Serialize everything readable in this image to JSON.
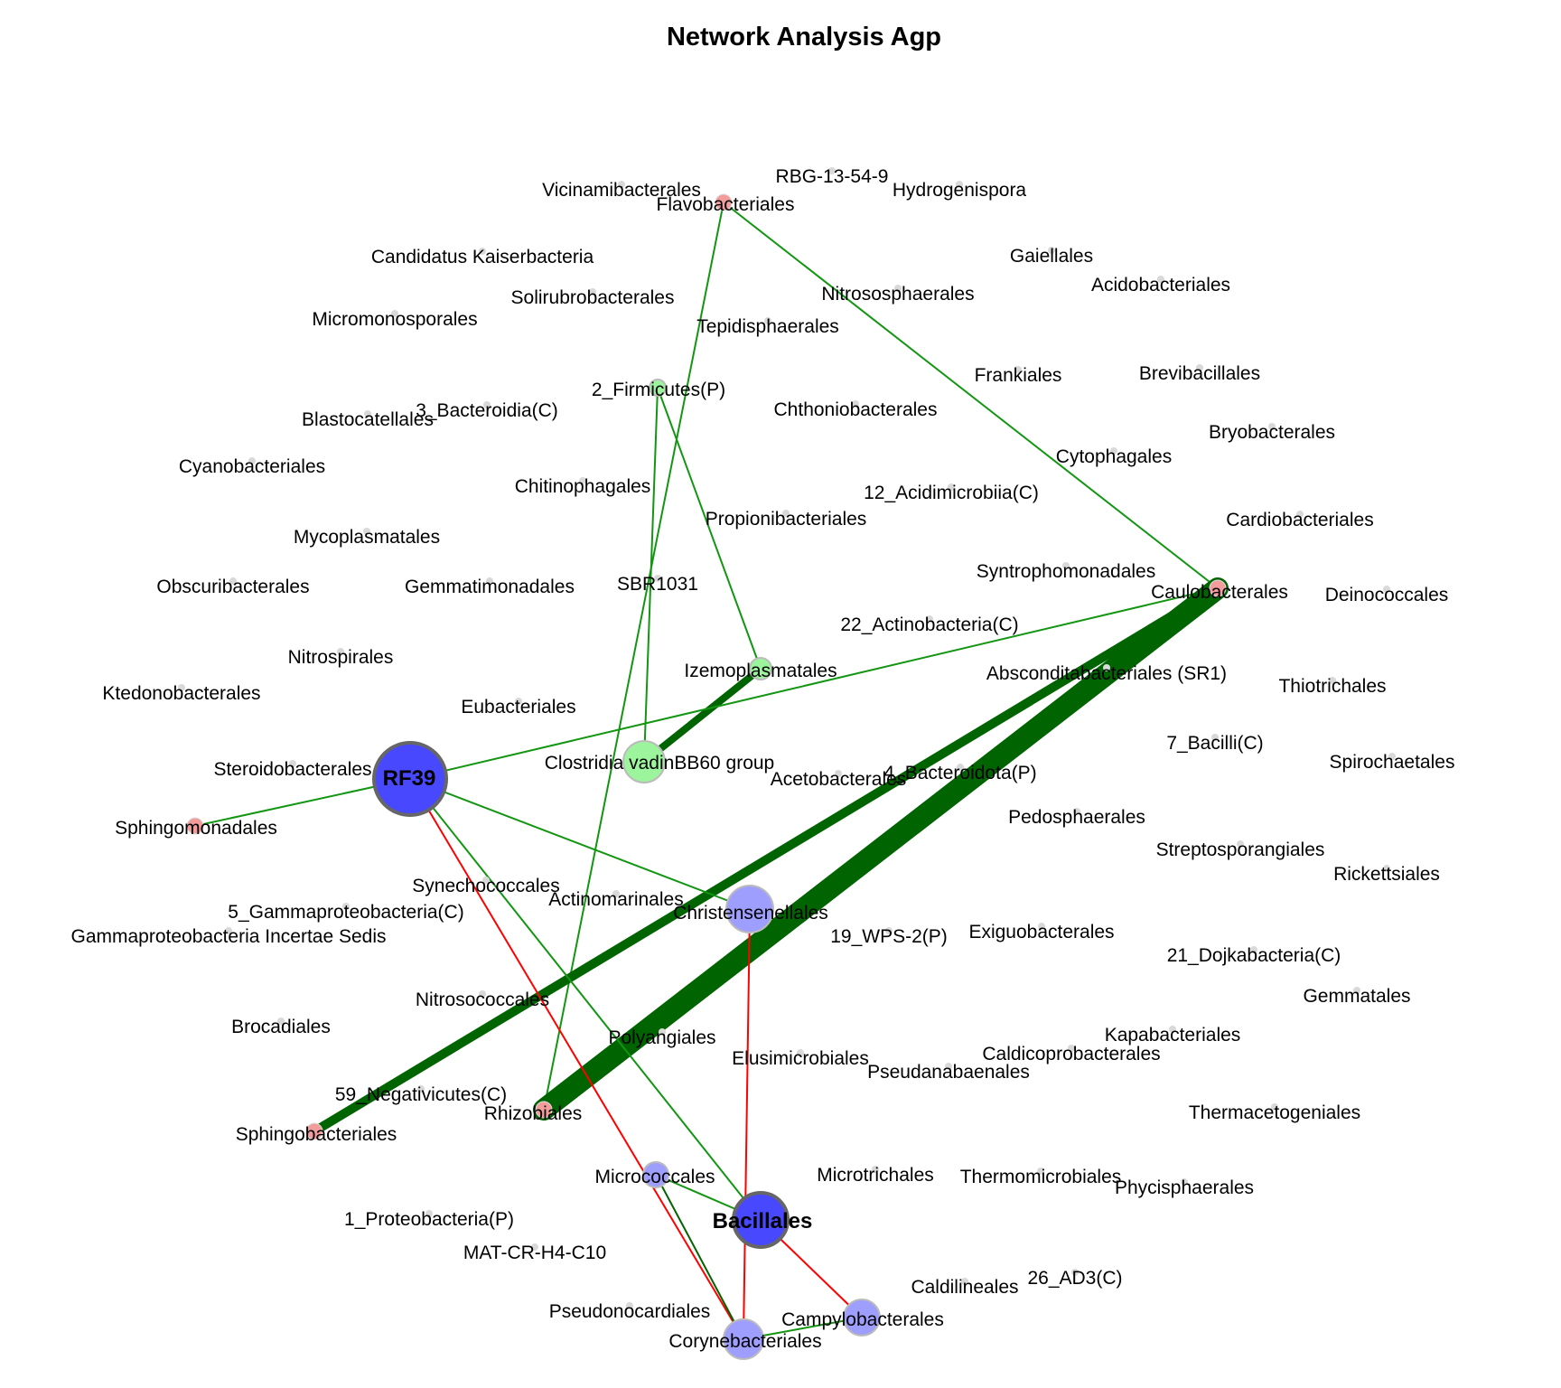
{
  "title": "Network Analysis Agp",
  "colors": {
    "edge_positive": "#129612",
    "edge_positive_strong": "#006400",
    "edge_negative": "#ff0000",
    "hub_fill": "#4848ff",
    "blue_fill": "#9e9eff",
    "green_fill": "#9cf59c",
    "red_fill": "#f29c9c",
    "isolated_fill": "#d9d9d9",
    "node_border": "#666666"
  },
  "nodes": [
    {
      "id": "Vicinamibacterales",
      "label": "Vicinamibacterales",
      "group": "isolated"
    },
    {
      "id": "RBG-13-54-9",
      "label": "RBG-13-54-9",
      "group": "isolated"
    },
    {
      "id": "Hydrogenispora",
      "label": "Hydrogenispora",
      "group": "isolated"
    },
    {
      "id": "Flavobacteriales",
      "label": "Flavobacteriales",
      "group": "red"
    },
    {
      "id": "Candidatus Kaiserbacteria",
      "label": "Candidatus Kaiserbacteria",
      "group": "isolated"
    },
    {
      "id": "Gaiellales",
      "label": "Gaiellales",
      "group": "isolated"
    },
    {
      "id": "Acidobacteriales",
      "label": "Acidobacteriales",
      "group": "isolated"
    },
    {
      "id": "Solirubrobacterales",
      "label": "Solirubrobacterales",
      "group": "isolated"
    },
    {
      "id": "Nitrososphaerales",
      "label": "Nitrososphaerales",
      "group": "isolated"
    },
    {
      "id": "Micromonosporales",
      "label": "Micromonosporales",
      "group": "isolated"
    },
    {
      "id": "Tepidisphaerales",
      "label": "Tepidisphaerales",
      "group": "isolated"
    },
    {
      "id": "Frankiales",
      "label": "Frankiales",
      "group": "isolated"
    },
    {
      "id": "Brevibacillales",
      "label": "Brevibacillales",
      "group": "isolated"
    },
    {
      "id": "2_Firmicutes(P)",
      "label": "2_Firmicutes(P)",
      "group": "green"
    },
    {
      "id": "3_Bacteroidia(C)",
      "label": "3_Bacteroidia(C)",
      "group": "isolated"
    },
    {
      "id": "Blastocatellales",
      "label": "Blastocatellales",
      "group": "isolated"
    },
    {
      "id": "Chthoniobacterales",
      "label": "Chthoniobacterales",
      "group": "isolated"
    },
    {
      "id": "Bryobacterales",
      "label": "Bryobacterales",
      "group": "isolated"
    },
    {
      "id": "Cytophagales",
      "label": "Cytophagales",
      "group": "isolated"
    },
    {
      "id": "Cyanobacteriales",
      "label": "Cyanobacteriales",
      "group": "isolated"
    },
    {
      "id": "Chitinophagales",
      "label": "Chitinophagales",
      "group": "isolated"
    },
    {
      "id": "12_Acidimicrobiia(C)",
      "label": "12_Acidimicrobiia(C)",
      "group": "isolated"
    },
    {
      "id": "Propionibacteriales",
      "label": "Propionibacteriales",
      "group": "isolated"
    },
    {
      "id": "Cardiobacteriales",
      "label": "Cardiobacteriales",
      "group": "isolated"
    },
    {
      "id": "Mycoplasmatales",
      "label": "Mycoplasmatales",
      "group": "isolated"
    },
    {
      "id": "Syntrophomonadales",
      "label": "Syntrophomonadales",
      "group": "isolated"
    },
    {
      "id": "Obscuribacterales",
      "label": "Obscuribacterales",
      "group": "isolated"
    },
    {
      "id": "Gemmatimonadales",
      "label": "Gemmatimonadales",
      "group": "isolated"
    },
    {
      "id": "SBR1031",
      "label": "SBR1031",
      "group": "isolated"
    },
    {
      "id": "Caulobacterales",
      "label": "Caulobacterales",
      "group": "red"
    },
    {
      "id": "Deinococcales",
      "label": "Deinococcales",
      "group": "isolated"
    },
    {
      "id": "22_Actinobacteria(C)",
      "label": "22_Actinobacteria(C)",
      "group": "isolated"
    },
    {
      "id": "Nitrospirales",
      "label": "Nitrospirales",
      "group": "isolated"
    },
    {
      "id": "Izemoplasmatales",
      "label": "Izemoplasmatales",
      "group": "green"
    },
    {
      "id": "Absconditabacteriales (SR1)",
      "label": "Absconditabacteriales (SR1)",
      "group": "isolated"
    },
    {
      "id": "Thiotrichales",
      "label": "Thiotrichales",
      "group": "isolated"
    },
    {
      "id": "Ktedonobacterales",
      "label": "Ktedonobacterales",
      "group": "isolated"
    },
    {
      "id": "Eubacteriales",
      "label": "Eubacteriales",
      "group": "isolated"
    },
    {
      "id": "7_Bacilli(C)",
      "label": "7_Bacilli(C)",
      "group": "isolated"
    },
    {
      "id": "Clostridia vadinBB60 group",
      "label": "Clostridia vadinBB60 group",
      "group": "green"
    },
    {
      "id": "Spirochaetales",
      "label": "Spirochaetales",
      "group": "isolated"
    },
    {
      "id": "Steroidobacterales",
      "label": "Steroidobacterales",
      "group": "isolated"
    },
    {
      "id": "RF39",
      "label": "RF39",
      "group": "hub"
    },
    {
      "id": "Acetobacterales",
      "label": "Acetobacterales",
      "group": "isolated"
    },
    {
      "id": "4_Bacteroidota(P)",
      "label": "4_Bacteroidota(P)",
      "group": "isolated"
    },
    {
      "id": "Sphingomonadales",
      "label": "Sphingomonadales",
      "group": "red"
    },
    {
      "id": "Pedosphaerales",
      "label": "Pedosphaerales",
      "group": "isolated"
    },
    {
      "id": "Streptosporangiales",
      "label": "Streptosporangiales",
      "group": "isolated"
    },
    {
      "id": "Rickettsiales",
      "label": "Rickettsiales",
      "group": "isolated"
    },
    {
      "id": "Synechococcales",
      "label": "Synechococcales",
      "group": "isolated"
    },
    {
      "id": "Actinomarinales",
      "label": "Actinomarinales",
      "group": "isolated"
    },
    {
      "id": "Christensenellales",
      "label": "Christensenellales",
      "group": "blue"
    },
    {
      "id": "5_Gammaproteobacteria(C)",
      "label": "5_Gammaproteobacteria(C)",
      "group": "isolated"
    },
    {
      "id": "Gammaproteobacteria Incertae Sedis",
      "label": "Gammaproteobacteria Incertae Sedis",
      "group": "isolated"
    },
    {
      "id": "19_WPS-2(P)",
      "label": "19_WPS-2(P)",
      "group": "isolated"
    },
    {
      "id": "Exiguobacterales",
      "label": "Exiguobacterales",
      "group": "isolated"
    },
    {
      "id": "21_Dojkabacteria(C)",
      "label": "21_Dojkabacteria(C)",
      "group": "isolated"
    },
    {
      "id": "Gemmatales",
      "label": "Gemmatales",
      "group": "isolated"
    },
    {
      "id": "Nitrosococcales",
      "label": "Nitrosococcales",
      "group": "isolated"
    },
    {
      "id": "Brocadiales",
      "label": "Brocadiales",
      "group": "isolated"
    },
    {
      "id": "Kapabacteriales",
      "label": "Kapabacteriales",
      "group": "isolated"
    },
    {
      "id": "Polyangiales",
      "label": "Polyangiales",
      "group": "isolated"
    },
    {
      "id": "Elusimicrobiales",
      "label": "Elusimicrobiales",
      "group": "isolated"
    },
    {
      "id": "Caldicoprobacterales",
      "label": "Caldicoprobacterales",
      "group": "isolated"
    },
    {
      "id": "Pseudanabaenales",
      "label": "Pseudanabaenales",
      "group": "isolated"
    },
    {
      "id": "59_Negativicutes(C)",
      "label": "59_Negativicutes(C)",
      "group": "isolated"
    },
    {
      "id": "Rhizobiales",
      "label": "Rhizobiales",
      "group": "red"
    },
    {
      "id": "Thermacetogeniales",
      "label": "Thermacetogeniales",
      "group": "isolated"
    },
    {
      "id": "Sphingobacteriales",
      "label": "Sphingobacteriales",
      "group": "red"
    },
    {
      "id": "Micrococcales",
      "label": "Micrococcales",
      "group": "blue"
    },
    {
      "id": "Microtrichales",
      "label": "Microtrichales",
      "group": "isolated"
    },
    {
      "id": "Thermomicrobiales",
      "label": "Thermomicrobiales",
      "group": "isolated"
    },
    {
      "id": "Phycisphaerales",
      "label": "Phycisphaerales",
      "group": "isolated"
    },
    {
      "id": "Bacillales",
      "label": "Bacillales",
      "group": "hub"
    },
    {
      "id": "1_Proteobacteria(P)",
      "label": "1_Proteobacteria(P)",
      "group": "isolated"
    },
    {
      "id": "MAT-CR-H4-C10",
      "label": "MAT-CR-H4-C10",
      "group": "isolated"
    },
    {
      "id": "Caldilineales",
      "label": "Caldilineales",
      "group": "isolated"
    },
    {
      "id": "26_AD3(C)",
      "label": "26_AD3(C)",
      "group": "isolated"
    },
    {
      "id": "Pseudonocardiales",
      "label": "Pseudonocardiales",
      "group": "isolated"
    },
    {
      "id": "Campylobacterales",
      "label": "Campylobacterales",
      "group": "blue"
    },
    {
      "id": "Corynebacteriales",
      "label": "Corynebacteriales",
      "group": "blue"
    }
  ],
  "edges": [
    {
      "source": "Flavobacteriales",
      "target": "Rhizobiales",
      "sign": "positive",
      "weight": 1
    },
    {
      "source": "Flavobacteriales",
      "target": "Caulobacterales",
      "sign": "positive",
      "weight": 1
    },
    {
      "source": "2_Firmicutes(P)",
      "target": "Clostridia vadinBB60 group",
      "sign": "positive",
      "weight": 1
    },
    {
      "source": "2_Firmicutes(P)",
      "target": "Izemoplasmatales",
      "sign": "positive",
      "weight": 1
    },
    {
      "source": "Izemoplasmatales",
      "target": "Clostridia vadinBB60 group",
      "sign": "positive",
      "weight": 4
    },
    {
      "source": "Caulobacterales",
      "target": "RF39",
      "sign": "positive",
      "weight": 1
    },
    {
      "source": "Caulobacterales",
      "target": "Sphingobacteriales",
      "sign": "positive",
      "weight": 5
    },
    {
      "source": "Caulobacterales",
      "target": "Rhizobiales",
      "sign": "positive",
      "weight": 12
    },
    {
      "source": "RF39",
      "target": "Sphingomonadales",
      "sign": "positive",
      "weight": 1
    },
    {
      "source": "RF39",
      "target": "Christensenellales",
      "sign": "positive",
      "weight": 1
    },
    {
      "source": "RF39",
      "target": "Bacillales",
      "sign": "positive",
      "weight": 1
    },
    {
      "source": "RF39",
      "target": "Corynebacteriales",
      "sign": "negative",
      "weight": 1
    },
    {
      "source": "Christensenellales",
      "target": "Corynebacteriales",
      "sign": "negative",
      "weight": 1
    },
    {
      "source": "Micrococcales",
      "target": "Bacillales",
      "sign": "positive",
      "weight": 1
    },
    {
      "source": "Micrococcales",
      "target": "Corynebacteriales",
      "sign": "positive_strong",
      "weight": 1
    },
    {
      "source": "Bacillales",
      "target": "Campylobacterales",
      "sign": "negative",
      "weight": 1
    },
    {
      "source": "Campylobacterales",
      "target": "Corynebacteriales",
      "sign": "positive",
      "weight": 1
    }
  ]
}
